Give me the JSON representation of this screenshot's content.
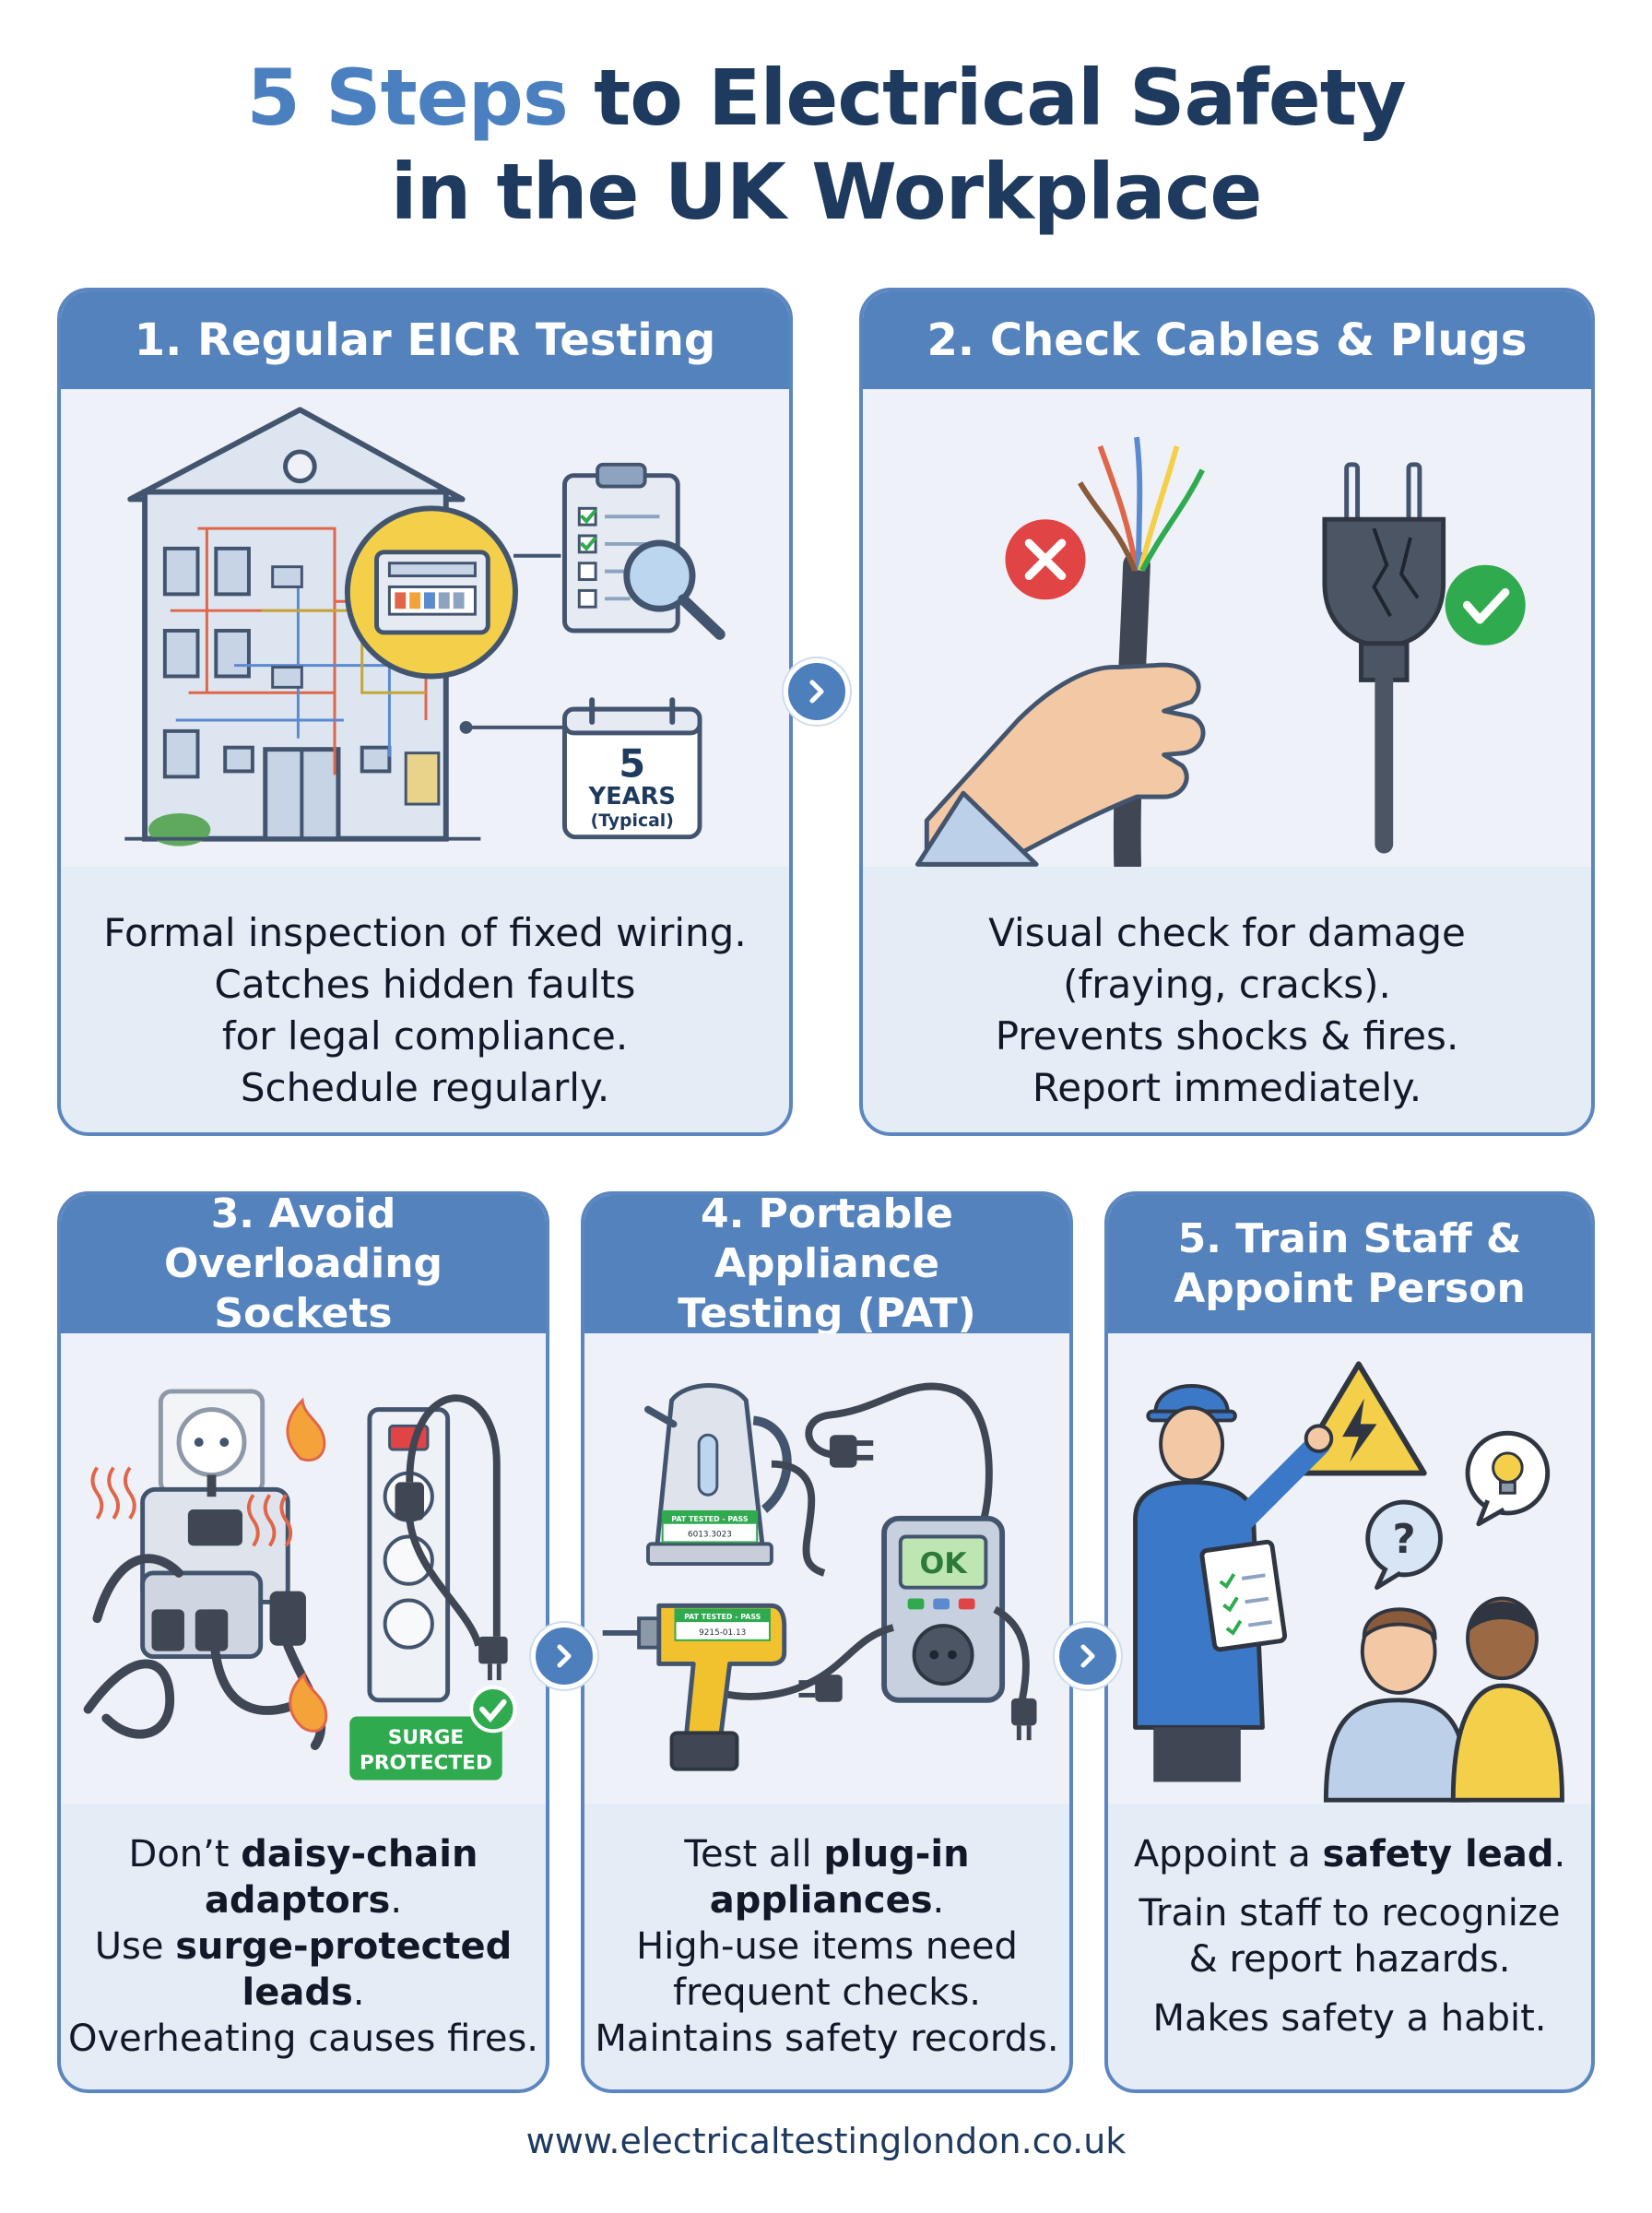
{
  "title": {
    "accent": "5 Steps",
    "rest_line1": " to Electrical Safety",
    "line2": "in the UK Workplace"
  },
  "cards": [
    {
      "heading": "1. Regular EICR Testing",
      "badge_number": "5",
      "badge_years": "YEARS",
      "badge_note": "(Typical)",
      "lines": [
        "Formal inspection of fixed wiring.",
        "Catches hidden faults",
        "for legal compliance.",
        "Schedule regularly."
      ]
    },
    {
      "heading": "2. Check Cables & Plugs",
      "lines": [
        "Visual check for damage",
        "(fraying, cracks).",
        "Prevents shocks & fires.",
        "Report immediately."
      ]
    },
    {
      "heading_line1": "3. Avoid Overloading",
      "heading_line2": "Sockets",
      "surge_line1": "SURGE",
      "surge_line2": "PROTECTED",
      "t1_pre": "Don’t ",
      "t1_bold": "daisy-chain",
      "t2_bold": "adaptors",
      "t2_post": ".",
      "t3_pre": "Use ",
      "t3_bold": "surge-protected",
      "t4_bold": "leads",
      "t4_post": ".",
      "t5": "Overheating causes fires."
    },
    {
      "heading_line1": "4. Portable Appliance",
      "heading_line2": "Testing (PAT)",
      "tag_kettle_title": "PAT TESTED - PASS",
      "tag_kettle_code": "6013.3023",
      "tag_drill_title": "PAT TESTED - PASS",
      "tag_drill_code": "9215-01.13",
      "tester_screen": "OK",
      "t1_pre": "Test all ",
      "t1_bold": "plug-in",
      "t2_bold": "appliances",
      "t2_post": ".",
      "t3": "High-use items need",
      "t4": "frequent checks.",
      "t5": "Maintains safety records."
    },
    {
      "heading_line1": "5. Train Staff &",
      "heading_line2": "Appoint Person",
      "question_mark": "?",
      "t1_pre": "Appoint a ",
      "t1_bold": "safety lead",
      "t1_post": ".",
      "t2": "Train staff to recognize",
      "t3": "& report hazards.",
      "t4": "Makes safety a habit."
    }
  ],
  "footer": "www.electricaltestinglondon.co.uk",
  "icons": [
    "chevron-right-icon",
    "check-icon",
    "cross-icon",
    "magnifier-icon",
    "calendar-icon",
    "warning-icon",
    "lightbulb-icon",
    "flame-icon"
  ],
  "colors": {
    "title_dark": "#1e3a5f",
    "title_accent": "#4a80bf",
    "card_header": "#5482bd",
    "card_border": "#5b86bf",
    "card_text_bg": "#e4ecf6",
    "pass_green": "#2faa4f",
    "fail_red": "#e04444"
  }
}
